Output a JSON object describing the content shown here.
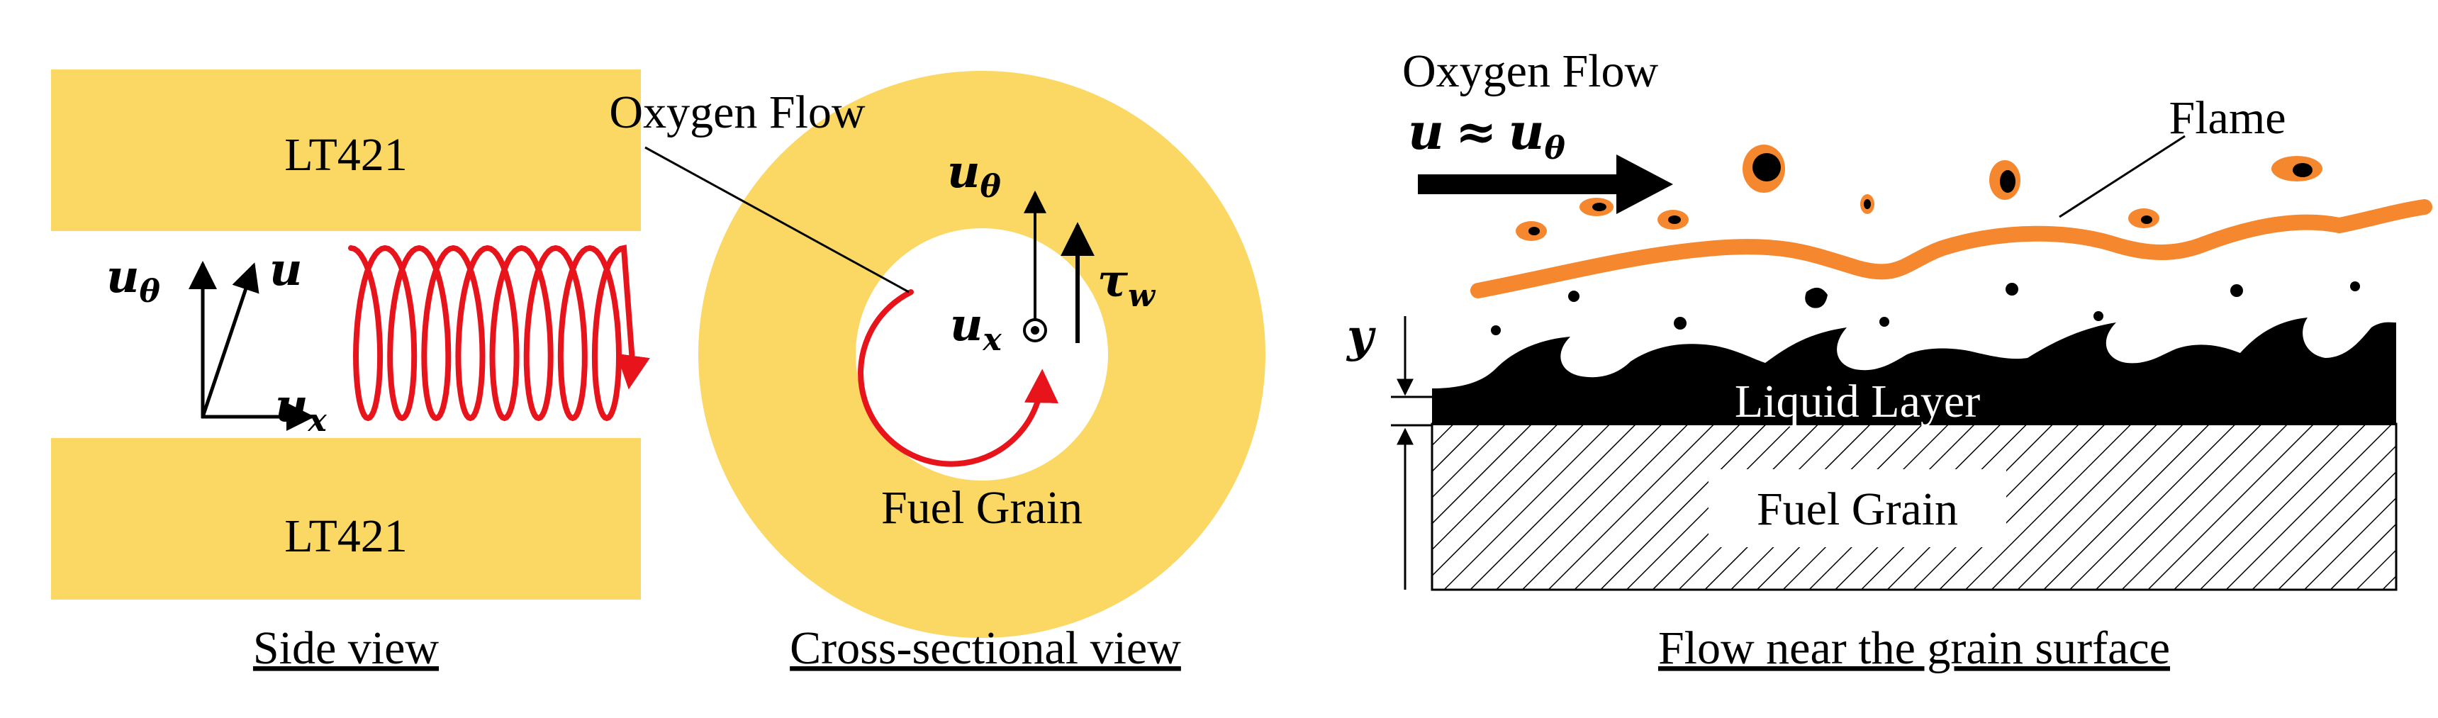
{
  "colors": {
    "fuel_yellow": "#fbd764",
    "swirl_red": "#e8141c",
    "flame_orange": "#f5872e",
    "ink": "#000000"
  },
  "side_view": {
    "top_block_label": "LT421",
    "bottom_block_label": "LT421",
    "vec_u_theta": "u",
    "vec_u_theta_sub": "θ",
    "vec_u": "u",
    "vec_u_x": "u",
    "vec_u_x_sub": "x",
    "caption": "Side view"
  },
  "cross_section": {
    "oxygen_flow_label": "Oxygen Flow",
    "u_theta": "u",
    "u_theta_sub": "θ",
    "tau": "τ",
    "tau_sub": "w",
    "u_x": "u",
    "u_x_sub": "x",
    "fuel_grain_label": "Fuel Grain",
    "caption": "Cross-sectional view"
  },
  "surface_flow": {
    "oxygen_flow_label": "Oxygen Flow",
    "approx_eq_u": "u",
    "approx_eq_symbol": "≈",
    "approx_eq_u2": "u",
    "approx_eq_sub": "θ",
    "flame_label": "Flame",
    "y_label": "y",
    "liquid_layer_label": "Liquid Layer",
    "fuel_grain_label": "Fuel Grain",
    "caption": "Flow near the grain surface"
  }
}
